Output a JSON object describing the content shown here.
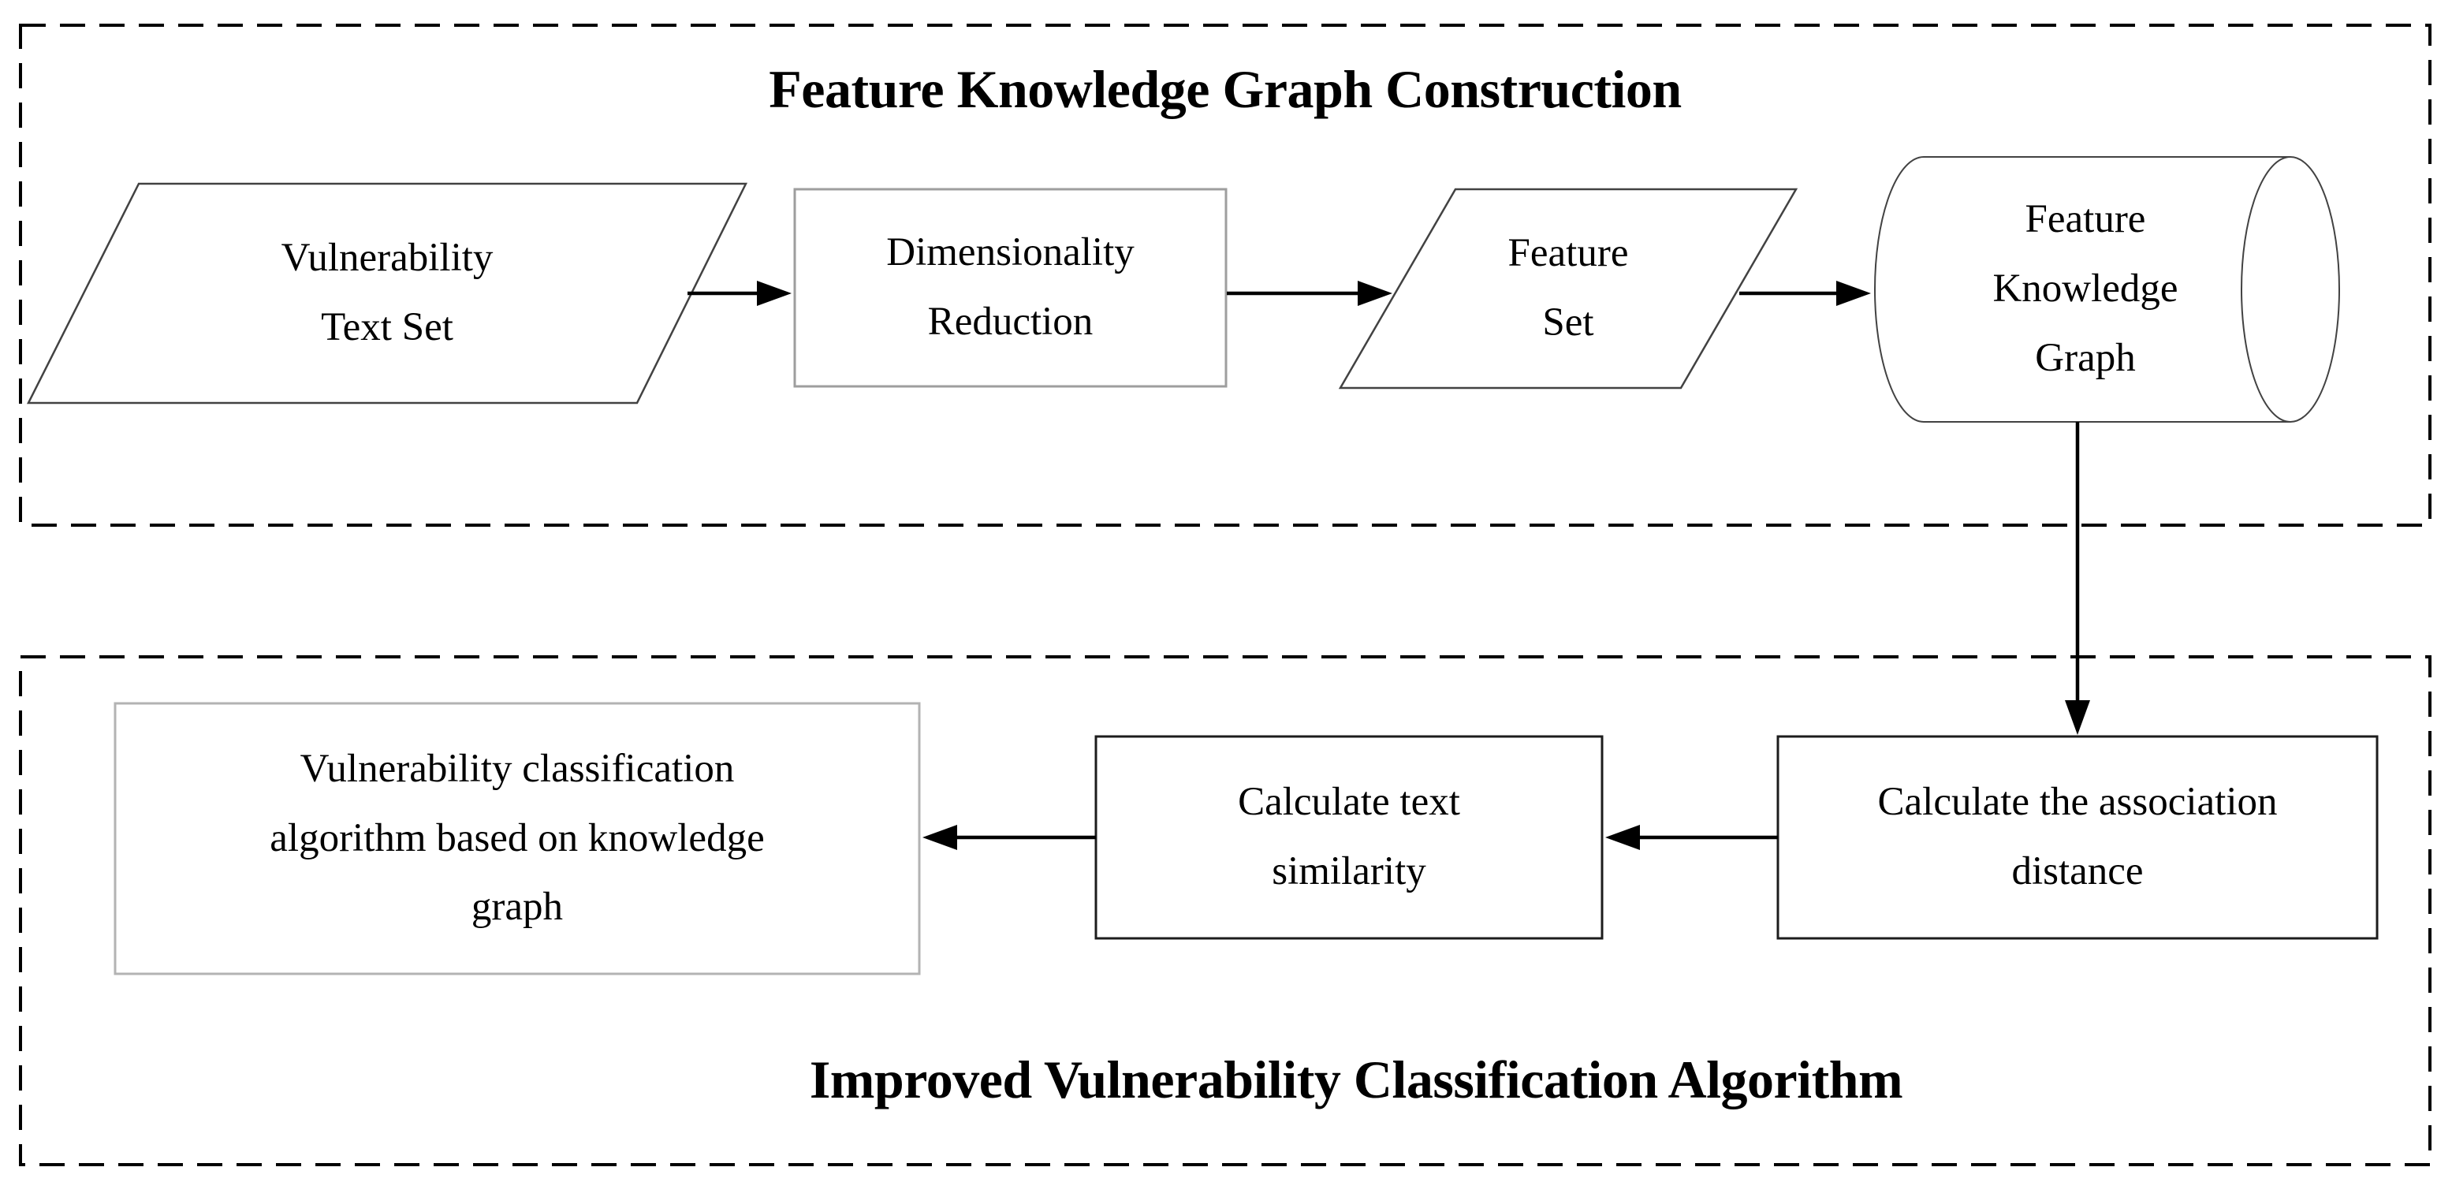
{
  "figure": {
    "top_section": {
      "title": "Feature Knowledge Graph Construction",
      "nodes": {
        "vulnerability_text_set": "Vulnerability\nText Set",
        "dimensionality_reduction": "Dimensionality\nReduction",
        "feature_set": "Feature\nSet",
        "feature_knowledge_graph": "Feature\nKnowledge\nGraph"
      }
    },
    "bottom_section": {
      "title": "Improved Vulnerability Classification Algorithm",
      "nodes": {
        "association_distance": "Calculate the association\ndistance",
        "text_similarity": "Calculate text\nsimilarity",
        "classification_algorithm": "Vulnerability classification\nalgorithm based on knowledge\ngraph"
      }
    },
    "colors": {
      "ink": "#000000",
      "shape_stroke": "#424242",
      "light_stroke": "#9e9e9e",
      "faint_stroke": "#b3b3b3",
      "box_stroke": "#1c1c1c",
      "background": "#ffffff"
    }
  }
}
